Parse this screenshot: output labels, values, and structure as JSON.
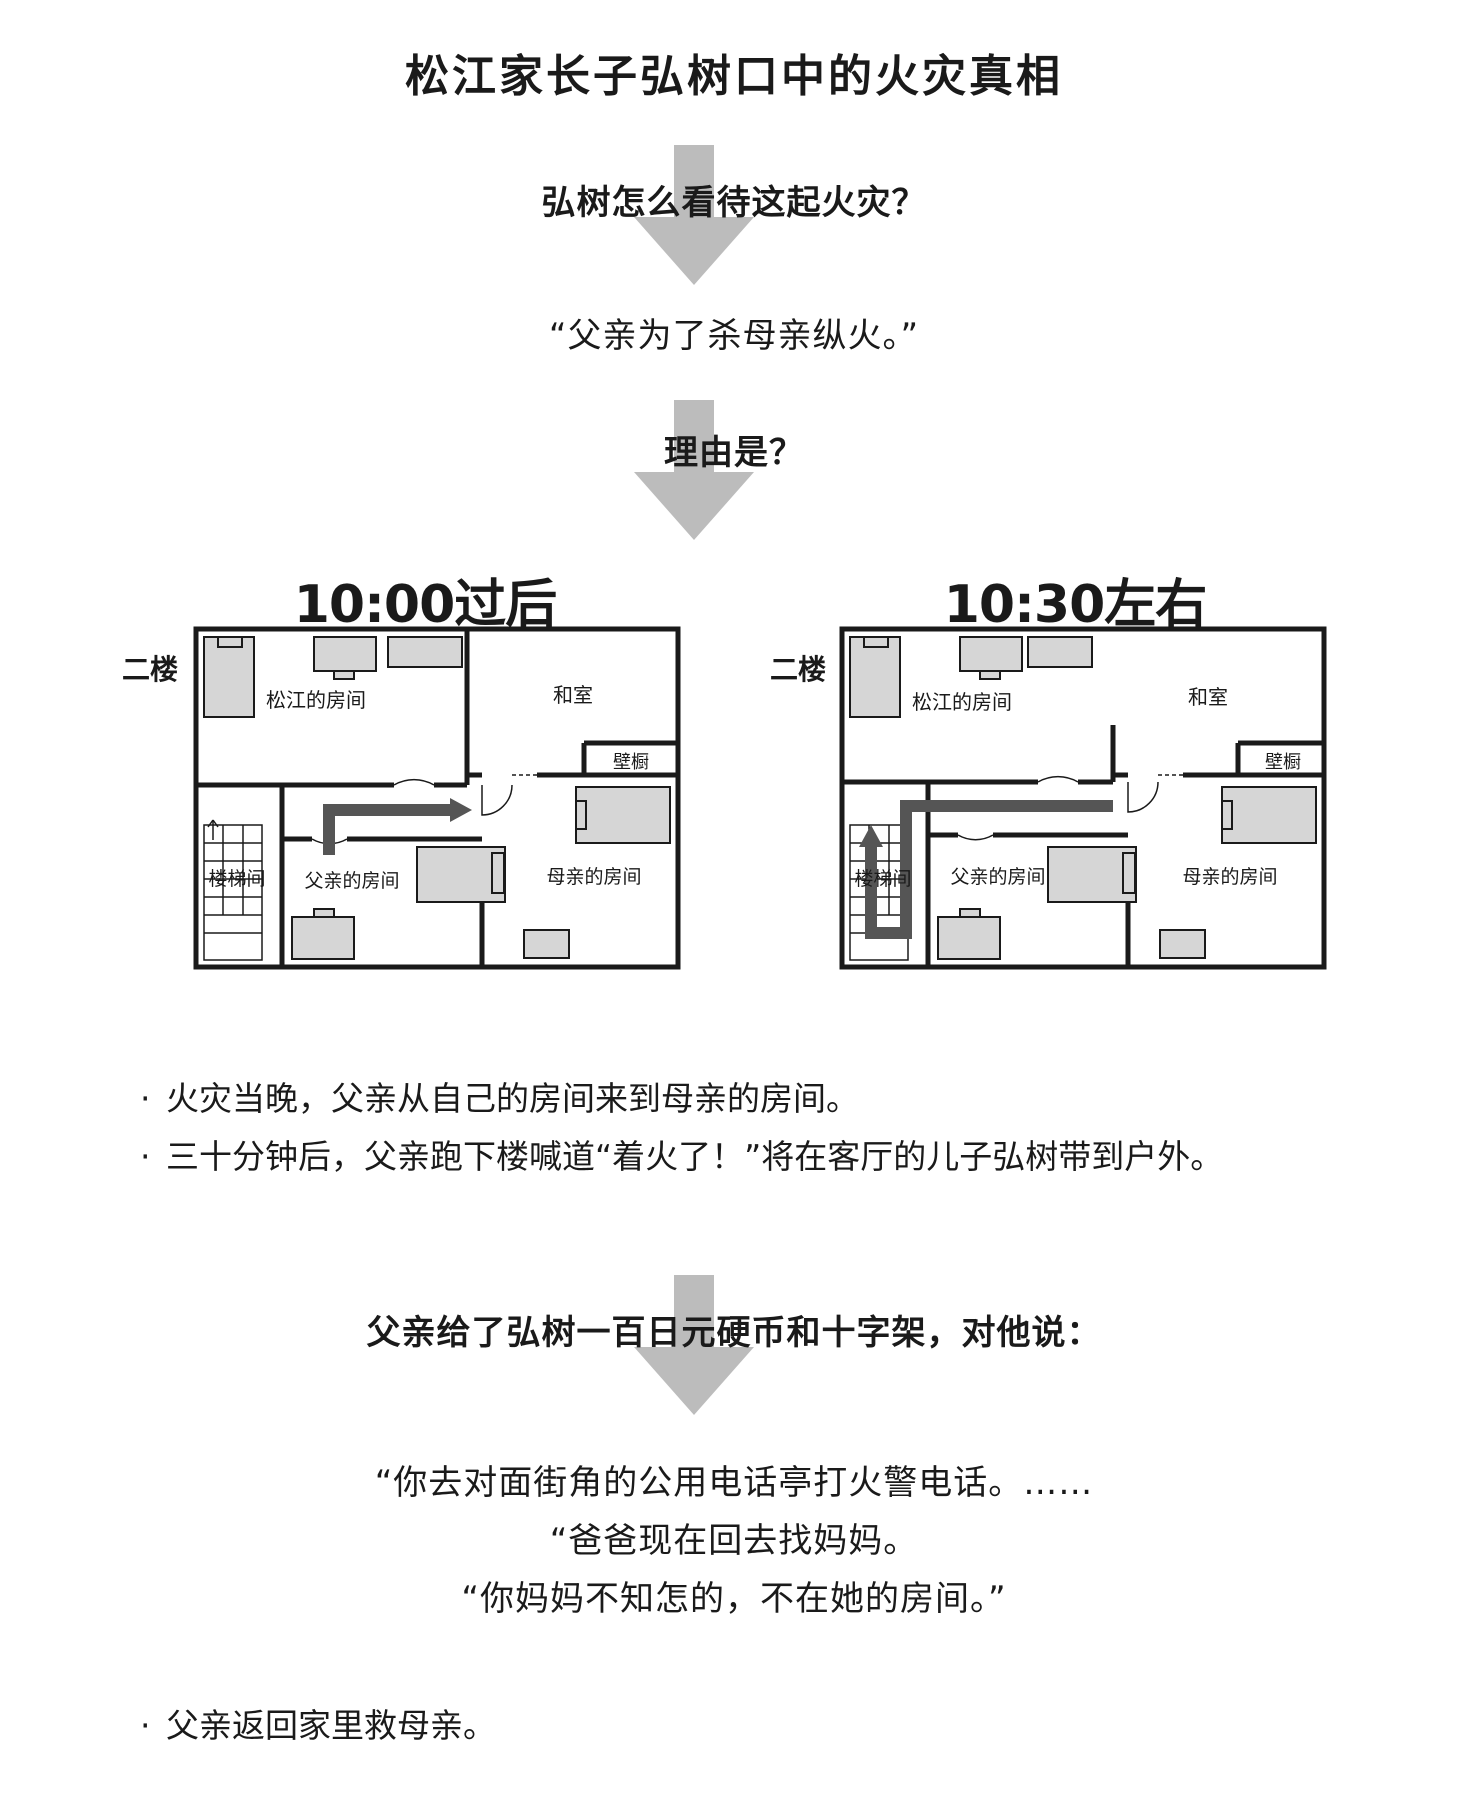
{
  "title": "松江家长子弘树口中的火灾真相",
  "steps": {
    "q1": "弘树怎么看待这起火灾？",
    "a1": "“父亲为了杀母亲纵火。”",
    "q2": "理由是？",
    "q3": "父亲给了弘树一百日元硬币和十字架，对他说：",
    "a3": [
      "“你去对面街角的公用电话亭打火警电话。……",
      "“爸爸现在回去找妈妈。",
      "“你妈妈不知怎的，不在她的房间。”"
    ]
  },
  "plans": [
    {
      "time": "10:00过后",
      "floor": "二楼",
      "rooms": {
        "matsue": "松江的房间",
        "washitsu": "和室",
        "closet": "壁橱",
        "stairs": "楼梯间",
        "father": "父亲的房间",
        "mother": "母亲的房间"
      }
    },
    {
      "time": "10:30左右",
      "floor": "二楼",
      "rooms": {
        "matsue": "松江的房间",
        "washitsu": "和室",
        "closet": "壁橱",
        "stairs": "楼梯间",
        "father": "父亲的房间",
        "mother": "母亲的房间"
      }
    }
  ],
  "bullets": {
    "dot": "·",
    "b1": "火灾当晚，父亲从自己的房间来到母亲的房间。",
    "b2": "三十分钟后，父亲跑下楼喊道“着火了！”将在客厅的儿子弘树带到户外。",
    "b3": "父亲返回家里救母亲。"
  },
  "colors": {
    "arrow": "#bcbcbc",
    "wall": "#1a1a1a",
    "furniture": "#d6d6d6",
    "path": "#555555"
  }
}
